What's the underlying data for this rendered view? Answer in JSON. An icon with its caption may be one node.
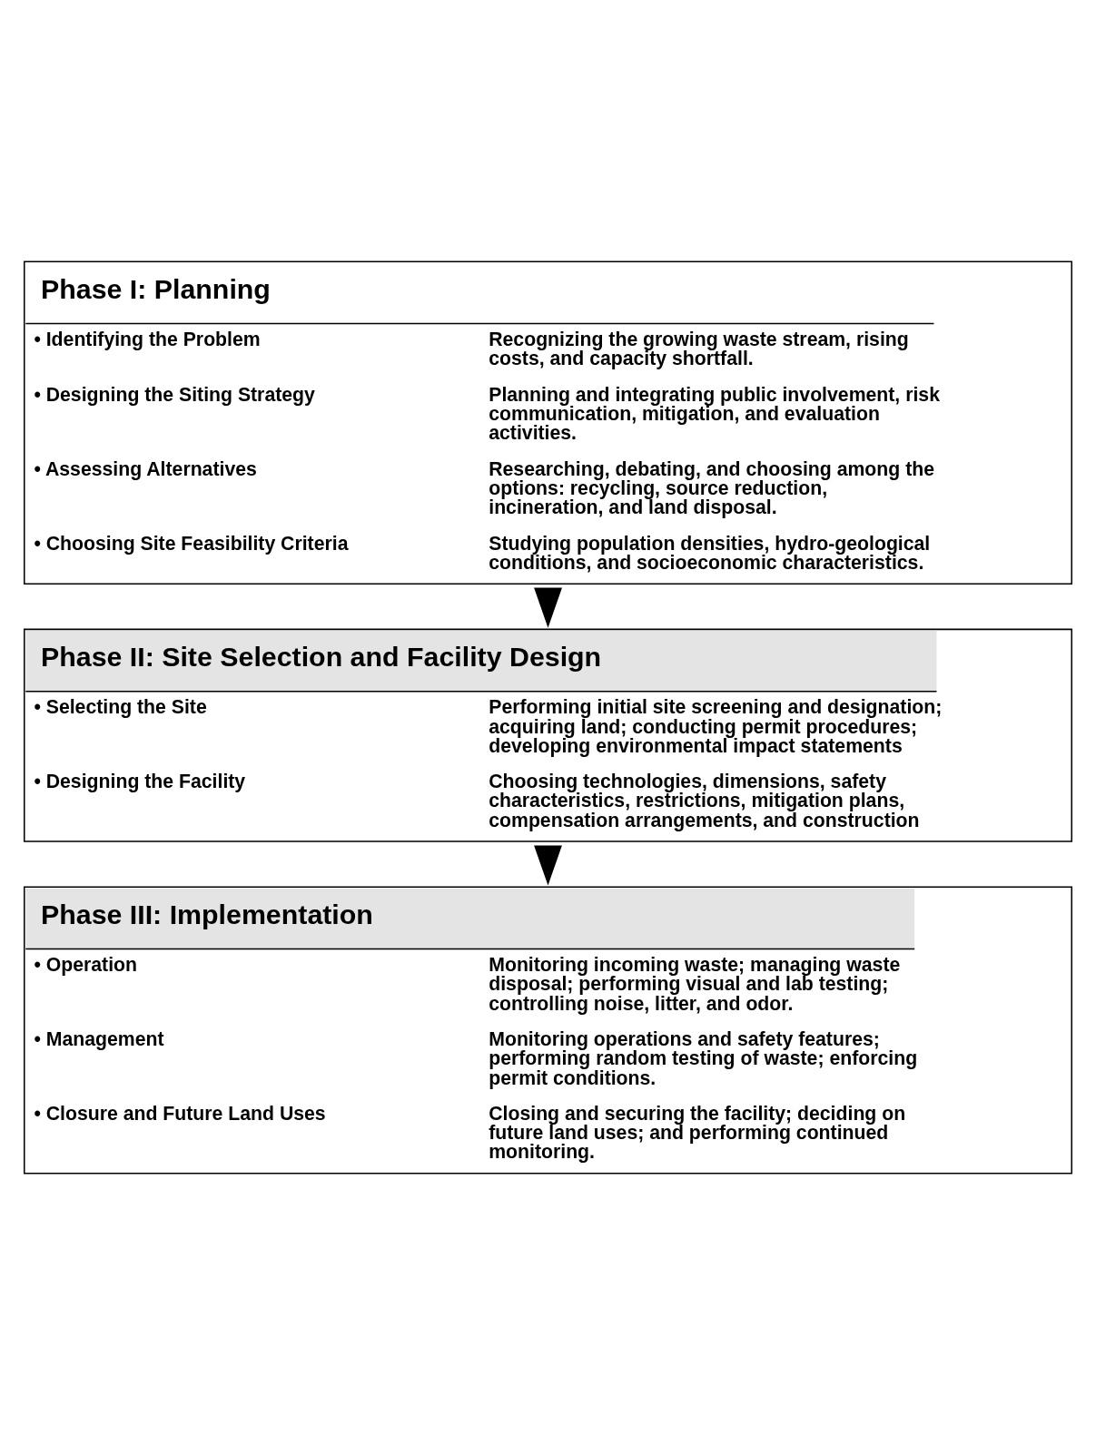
{
  "diagram": {
    "nodes": [
      {
        "text": [
          "Phase I: Planning",
          "• Identifying the Problem",
          "Recognizing the growing waste stream, rising costs, and capacity shortfall.",
          "• Designing the Siting Strategy",
          "Planning and integrating public involvement, risk communication, mitigation, and evaluation activities.",
          "• Assessing Alternatives",
          "Researching, debating, and choosing among the options: recycling, source reduction, incineration, and land disposal.",
          "• Choosing Site Feasibility Criteria",
          "Studying population densities, hydro-geological conditions, and socioeconomic characteristics."
        ]
      },
      {
        "text": [
          "Phase II: Site Selection and Facility Design",
          "• Selecting the Site",
          "Performing initial site screening and designation; acquiring land; conducting permit procedures; developing environmental impact statements",
          "• Designing the Facility",
          "Choosing technologies, dimensions, safety characteristics, restrictions, mitigation plans, compensation arrangements, and construction"
        ]
      },
      {
        "text": [
          "Phase III: Implementation",
          "• Operation",
          "Monitoring incoming waste; managing waste disposal; performing visual and lab testing; controlling noise, litter, and odor.",
          "• Management",
          "Monitoring operations and safety features; performing random testing of waste; enforcing permit conditions.",
          "• Closure and Future Land Uses",
          "Closing and securing the facility; deciding on future land uses; and performing continued monitoring."
        ]
      }
    ],
    "edges": [
      {
        "from": 0,
        "to": 1,
        "arrow": "to"
      },
      {
        "from": 1,
        "to": 2,
        "arrow": "to"
      }
    ]
  }
}
